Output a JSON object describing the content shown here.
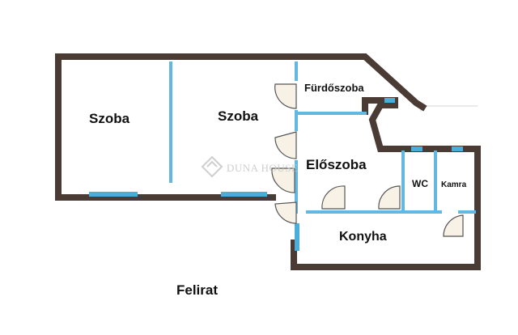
{
  "rooms": {
    "szoba_left": "Szoba",
    "szoba_mid": "Szoba",
    "furdoszoba": "Fürdőszoba",
    "eloszoba": "Előszoba",
    "wc": "WC",
    "kamra": "Kamra",
    "konyha": "Konyha"
  },
  "caption": "Felirat",
  "watermark": "DUNA HOUSE",
  "colors": {
    "wall": "#4a3b34",
    "window": "#4aaed8",
    "partition": "#62b8e0",
    "door_fill": "#f8f1e6",
    "door_line": "#555555",
    "watermark": "#c9c9c9"
  }
}
